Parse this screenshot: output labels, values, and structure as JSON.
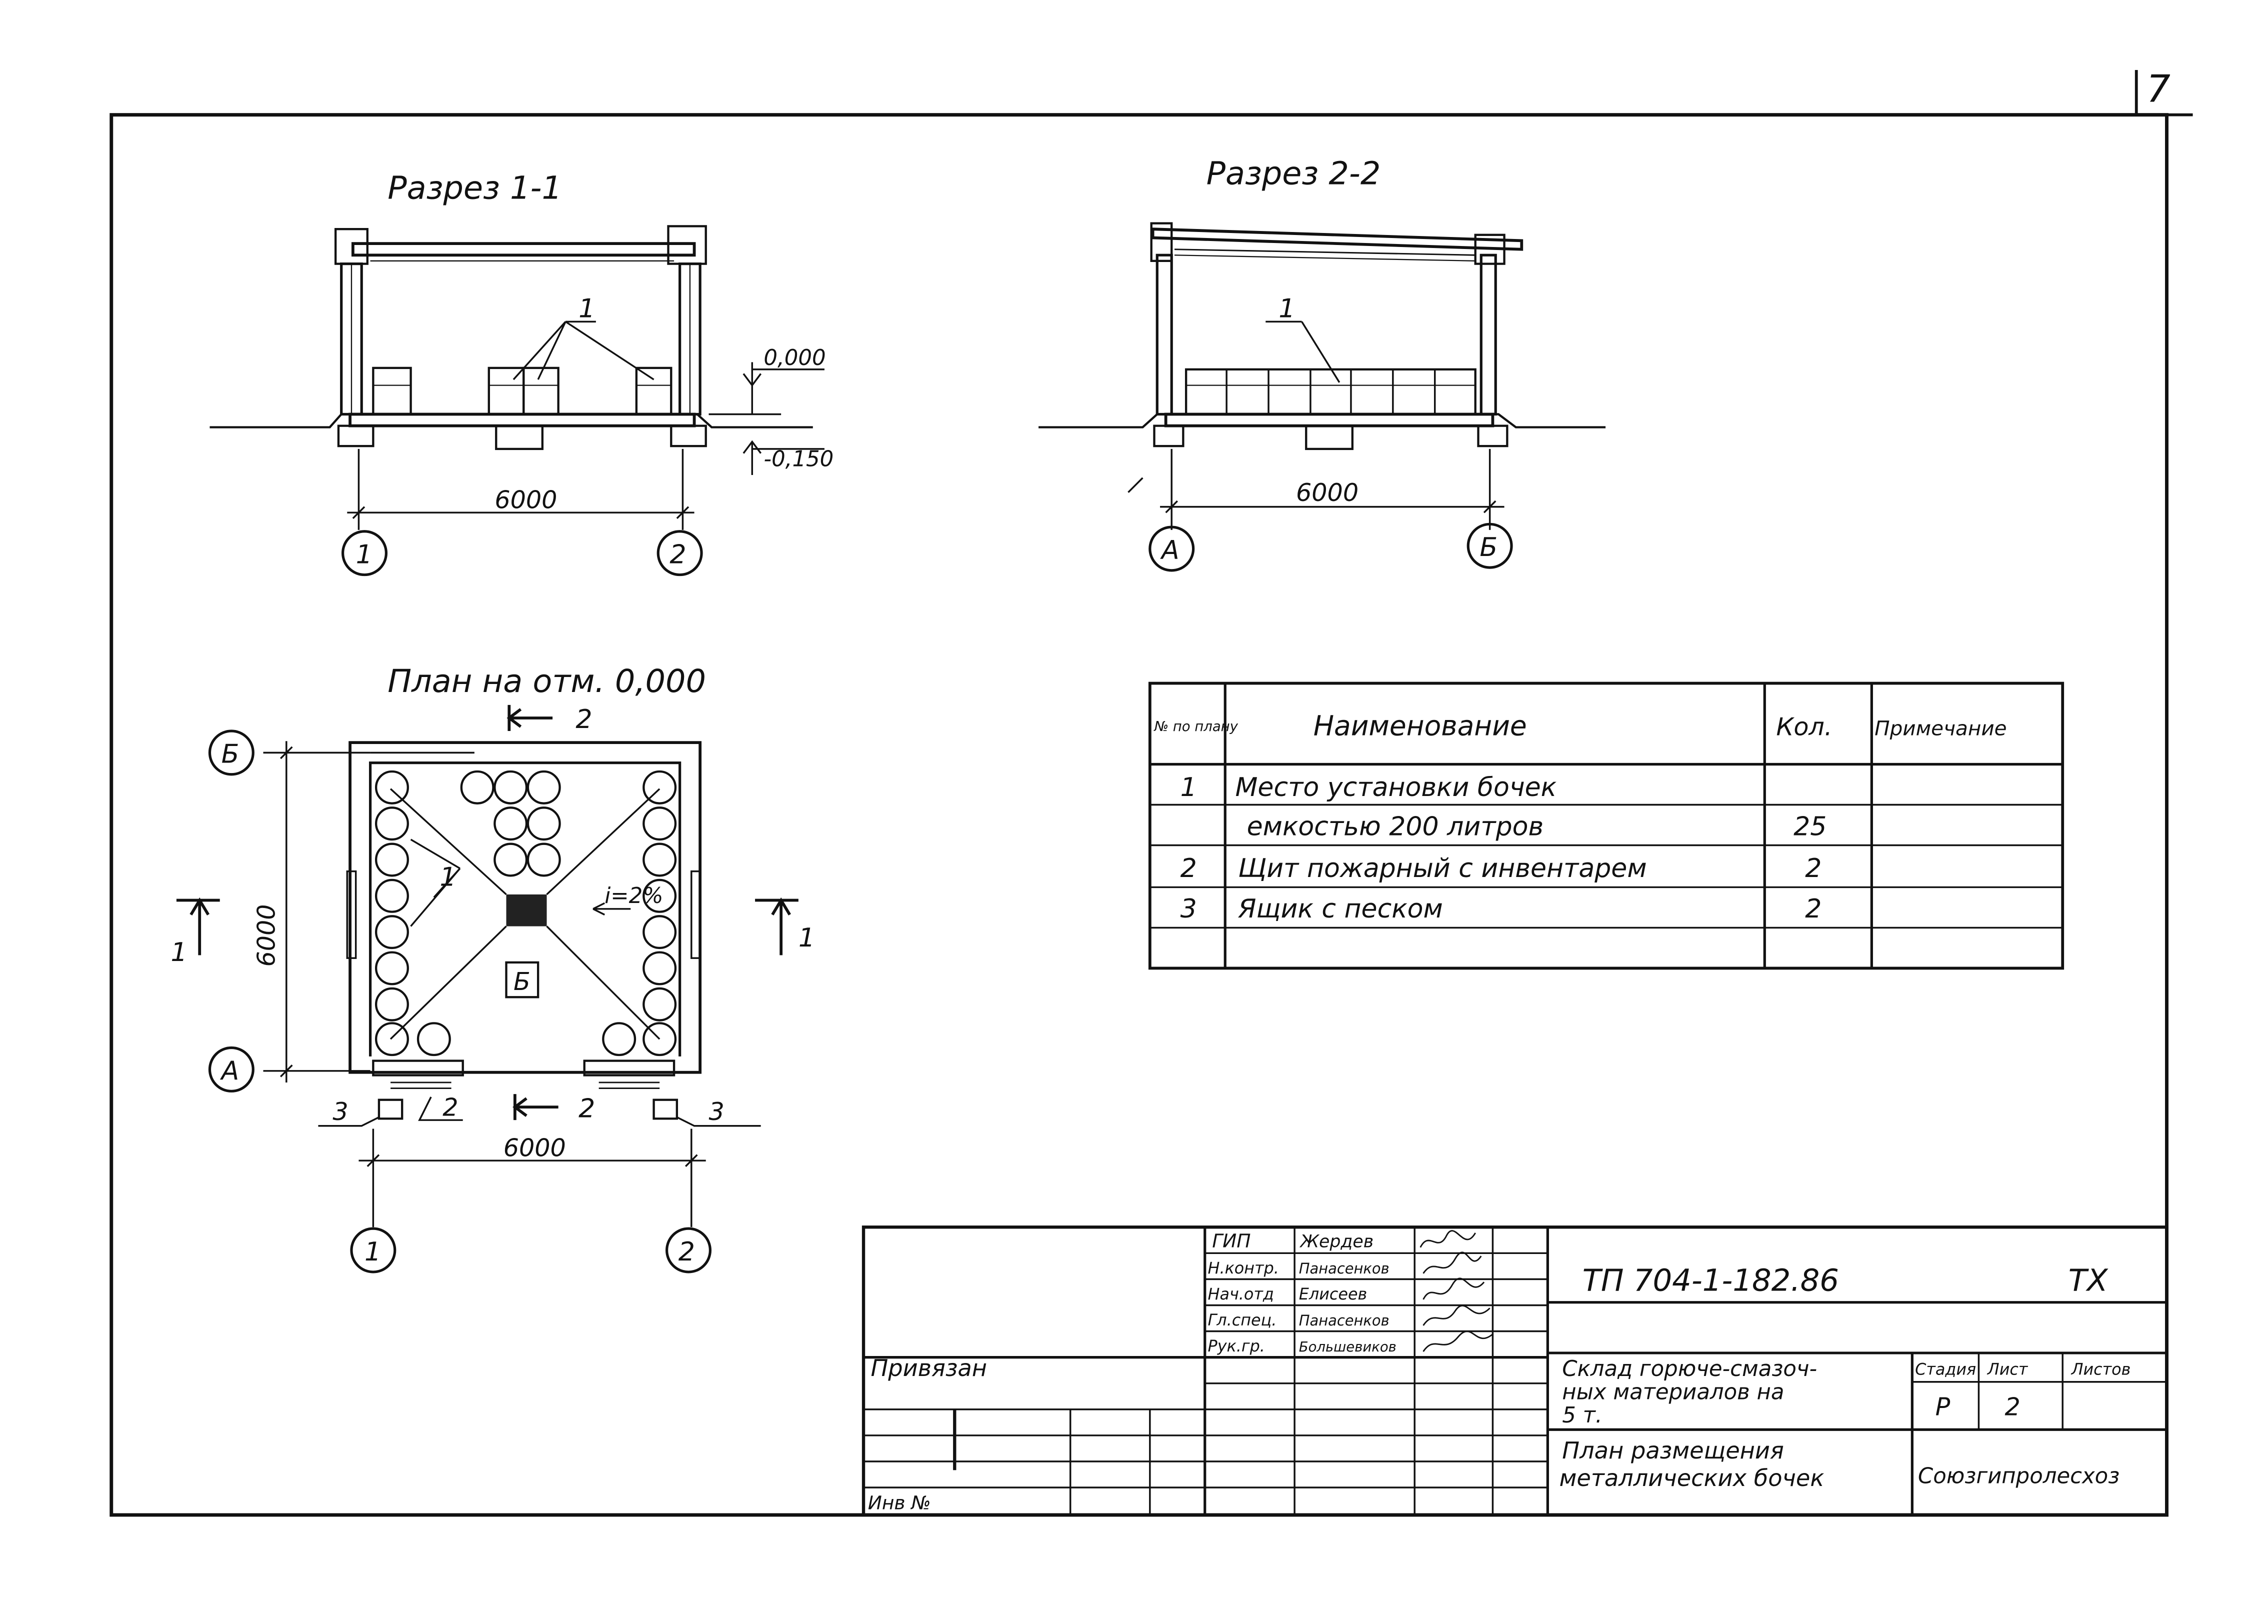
{
  "sheet_number": "7",
  "section_1": {
    "title": "Разрез 1-1",
    "callout": "1",
    "elevation_top": "0,000",
    "elevation_bottom": "-0,150",
    "dimension": "6000",
    "axis_left": "1",
    "axis_right": "2"
  },
  "section_2": {
    "title": "Разрез 2-2",
    "callout": "1",
    "dimension": "6000",
    "axis_left": "А",
    "axis_right": "Б"
  },
  "plan": {
    "title": "План на отм. 0,000",
    "callout_barrels": "1",
    "slope": "i=2%",
    "room_label": "Б",
    "dim_horizontal": "6000",
    "dim_vertical": "6000",
    "axis_top": "Б",
    "axis_bottom": "А",
    "axis_left": "1",
    "axis_right": "2",
    "cut_section_1": "1",
    "cut_section_2": "2",
    "item_fire_shield": "2",
    "item_sand_box": "3"
  },
  "spec_table": {
    "headers": [
      "№ по плану",
      "Наименование",
      "Кол.",
      "Примечание"
    ],
    "rows": [
      [
        "1",
        "Место установки бочек",
        "",
        ""
      ],
      [
        "",
        "емкостью 200 литров",
        "25",
        ""
      ],
      [
        "2",
        "Щит пожарный с инвентарем",
        "2",
        ""
      ],
      [
        "3",
        "Ящик с песком",
        "2",
        ""
      ],
      [
        "",
        "",
        "",
        ""
      ]
    ]
  },
  "title_block": {
    "document_code": "ТП 704-1-182.86",
    "mark": "ТХ",
    "privyazan_label": "Привязан",
    "inv_label": "Инв №",
    "signatures": [
      {
        "role": "ГИП",
        "name": "Жердев"
      },
      {
        "role": "Н.контр.",
        "name": "Панасенков"
      },
      {
        "role": "Нач.отд",
        "name": "Елисеев"
      },
      {
        "role": "Гл.спец.",
        "name": "Панасенков"
      },
      {
        "role": "Рук.гр.",
        "name": "Большевиков"
      }
    ],
    "object_title": [
      "Склад горюче-смазоч-",
      "ных материалов на",
      "5 т."
    ],
    "stage_label": "Стадия",
    "sheet_label": "Лист",
    "sheets_label": "Листов",
    "stage": "Р",
    "sheet": "2",
    "drawing_title": [
      "План размещения",
      "металлических бочек"
    ],
    "organization": "Союзгипролесхоз"
  }
}
